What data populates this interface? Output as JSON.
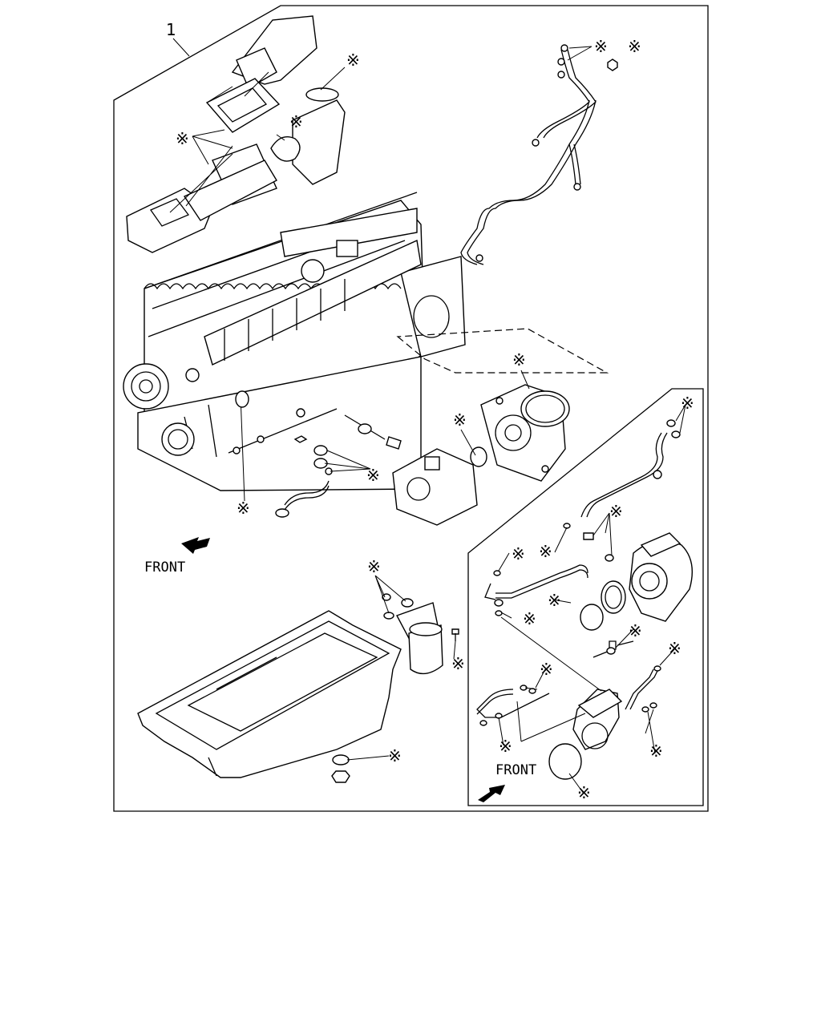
{
  "diagram": {
    "callout_number": "1",
    "asterisk_symbol": "※",
    "front_label_main": "FRONT",
    "front_label_inset": "FRONT"
  }
}
